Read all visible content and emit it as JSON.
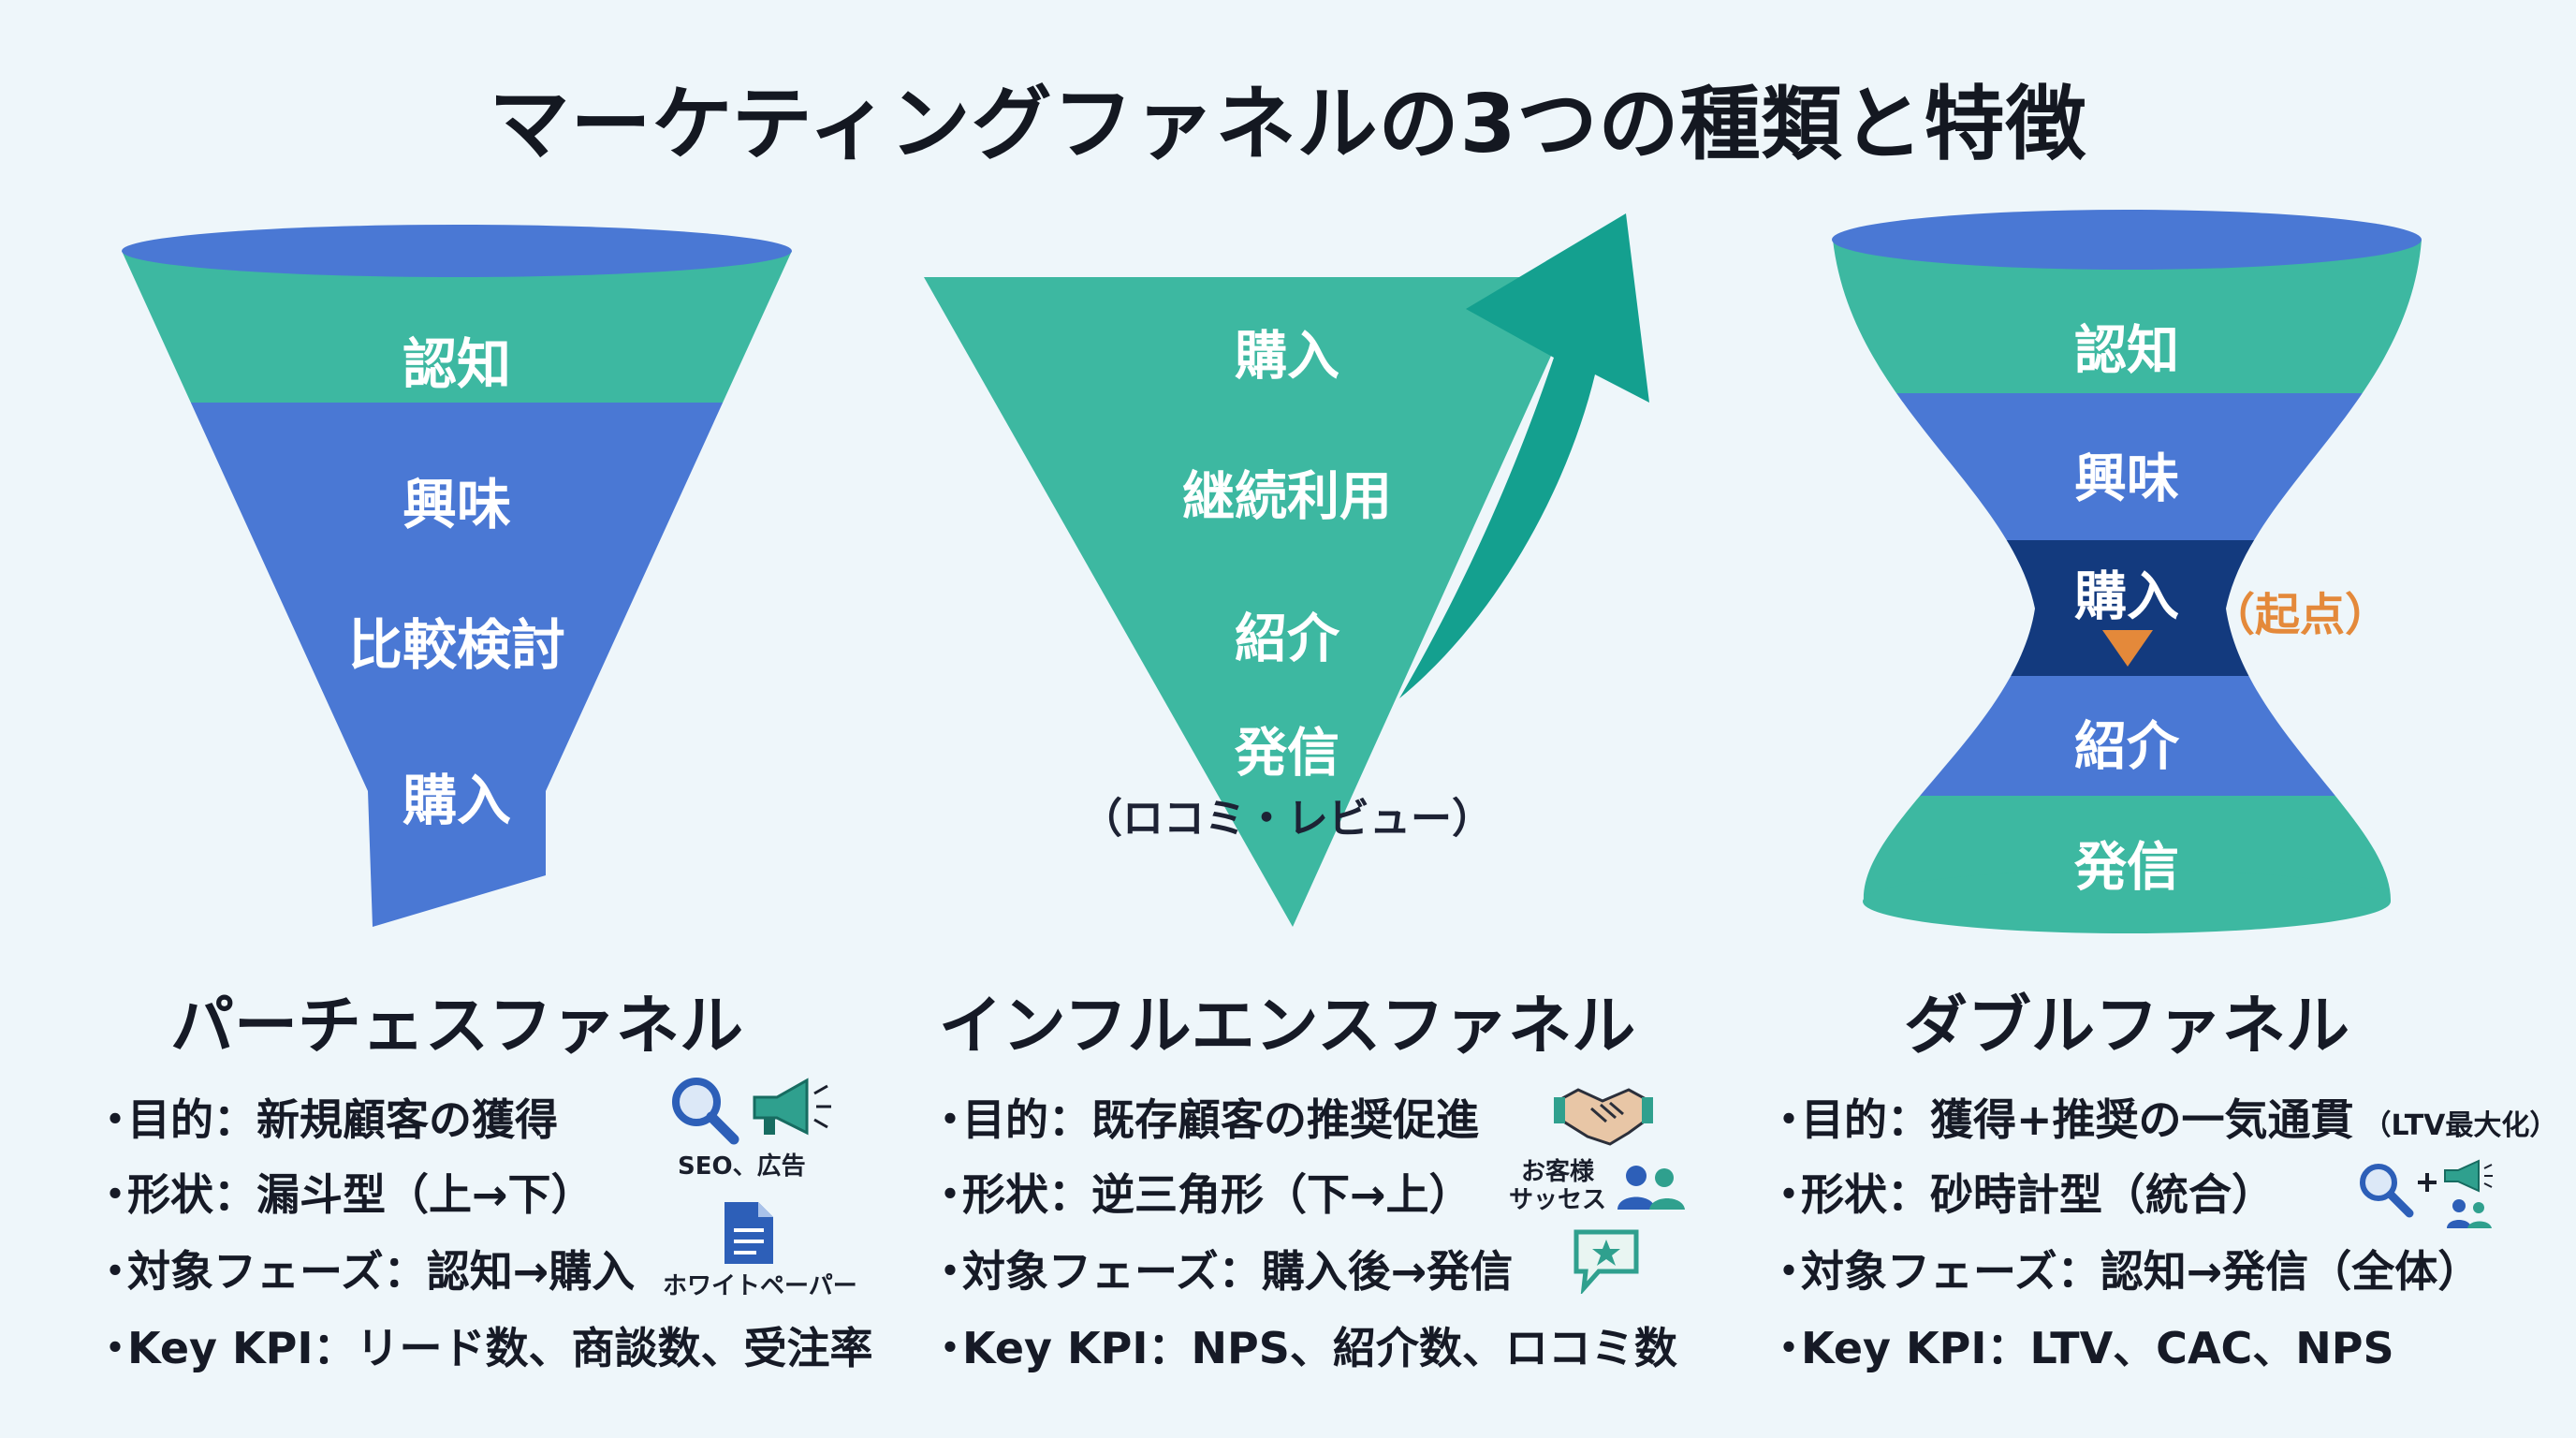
{
  "title": "マーケティングファネルの3つの種類と特徴",
  "colors": {
    "teal": "#3db8a1",
    "blue": "#4a78d4",
    "navy": "#133a7e",
    "orange": "#e4893a",
    "dark_text": "#161a26",
    "background": "#eef6fa"
  },
  "purchase_funnel": {
    "stages": [
      "認知",
      "興味",
      "比較検討",
      "購入"
    ],
    "name": "パーチェスファネル",
    "bullets": [
      "目的：新規顧客の獲得",
      "形状：漏斗型（上→下）",
      "対象フェーズ：認知→購入",
      "Key KPI：リード数、商談数、受注率"
    ],
    "icon_labels": [
      "SEO、広告",
      "ホワイトペーパー"
    ],
    "icons": [
      "magnifier-icon",
      "megaphone-icon",
      "document-icon"
    ]
  },
  "influence_funnel": {
    "stages": [
      "購入",
      "継続利用",
      "紹介",
      "発信"
    ],
    "stage_note": "（ロコミ・レビュー）",
    "name": "インフルエンスファネル",
    "bullets": [
      "目的：既存顧客の推奨促進",
      "形状：逆三角形（下→上）",
      "対象フェーズ：購入後→発信",
      "Key KPI：NPS、紹介数、ロコミ数"
    ],
    "icon_labels": [
      "お客様\nサッセス"
    ],
    "icons": [
      "handshake-icon",
      "users-icon",
      "star-chat-icon",
      "up-arrow-icon"
    ]
  },
  "double_funnel": {
    "stages": [
      "認知",
      "興味",
      "購入",
      "紹介",
      "発信"
    ],
    "start_label": "（起点）",
    "name": "ダブルファネル",
    "bullets": [
      "目的：獲得+推奨の一気通貫",
      "形状：砂時計型（統合）",
      "対象フェーズ：認知→発信（全体）",
      "Key KPI：LTV、CAC、NPS"
    ],
    "bullet_note": "（LTV最大化）",
    "icons": [
      "magnifier-icon",
      "plus-icon",
      "megaphone-icon",
      "users-icon",
      "down-triangle-icon"
    ]
  }
}
